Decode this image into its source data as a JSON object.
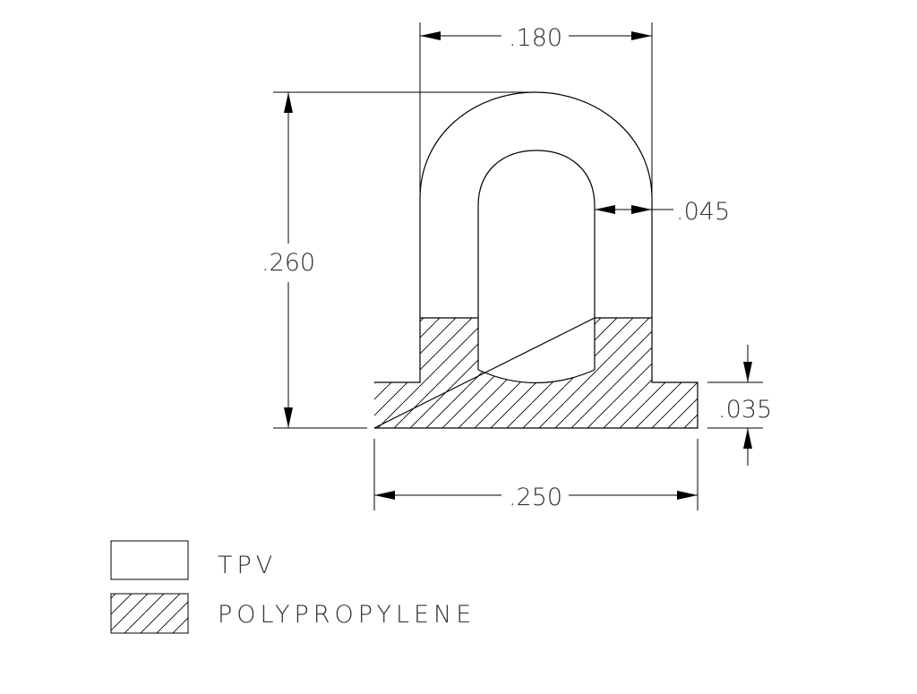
{
  "dimensions": {
    "top_width": ".180",
    "wall_thickness": ".045",
    "overall_height": ".260",
    "base_thickness": ".035",
    "base_width": ".250"
  },
  "legend": [
    {
      "label": "TPV",
      "pattern": "solid-white"
    },
    {
      "label": "POLYPROPYLENE",
      "pattern": "diagonal-hatch"
    }
  ]
}
